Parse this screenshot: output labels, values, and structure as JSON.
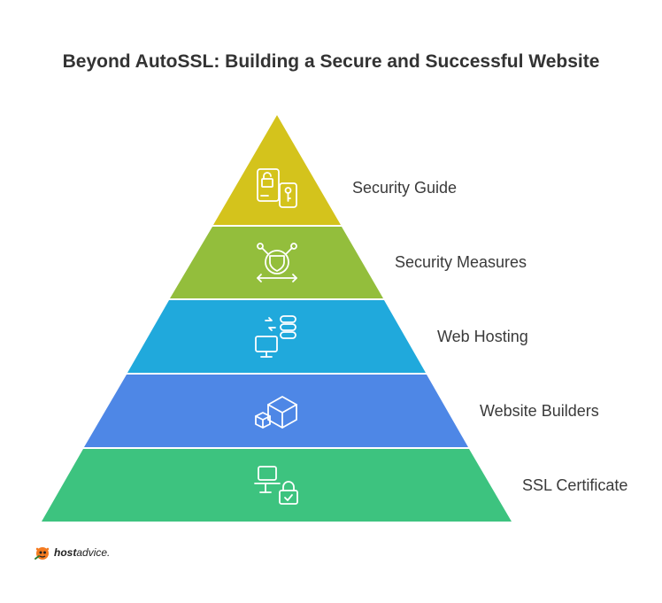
{
  "title": "Beyond AutoSSL: Building a Secure and Successful Website",
  "tiers": [
    {
      "label": "Security Guide",
      "color": "#D4C31C",
      "icon": "phone-lock-key-icon"
    },
    {
      "label": "Security Measures",
      "color": "#93BE3C",
      "icon": "shield-network-icon"
    },
    {
      "label": "Web Hosting",
      "color": "#20A9DC",
      "icon": "computer-server-icon"
    },
    {
      "label": "Website Builders",
      "color": "#4E87E6",
      "icon": "cubes-icon"
    },
    {
      "label": "SSL Certificate",
      "color": "#3DC37F",
      "icon": "laptop-lock-icon"
    }
  ],
  "logo": {
    "brand_bold": "host",
    "brand_rest": "advice."
  }
}
